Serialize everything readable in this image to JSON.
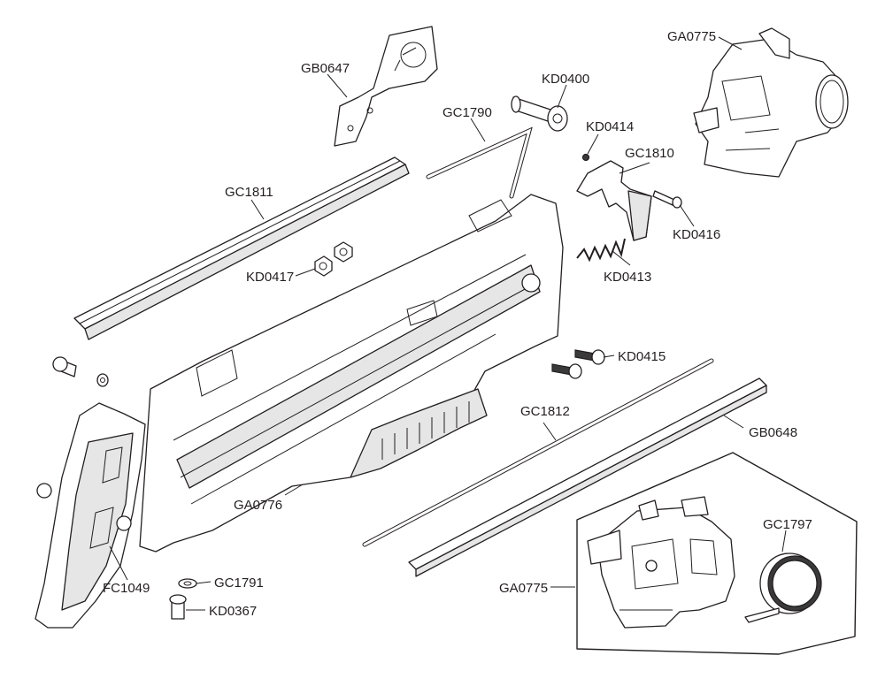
{
  "diagram": {
    "labels": {
      "gb0647": "GB0647",
      "ga0775_top": "GA0775",
      "kd0400": "KD0400",
      "gc1790": "GC1790",
      "kd0414": "KD0414",
      "gc1810": "GC1810",
      "gc1811": "GC1811",
      "kd0416": "KD0416",
      "kd0413": "KD0413",
      "kd0417": "KD0417",
      "kd0415": "KD0415",
      "gc1812": "GC1812",
      "gb0648": "GB0648",
      "ga0776": "GA0776",
      "gc1797": "GC1797",
      "fc1049": "FC1049",
      "gc1791": "GC1791",
      "ga0775_inset": "GA0775",
      "kd0367": "KD0367"
    }
  }
}
